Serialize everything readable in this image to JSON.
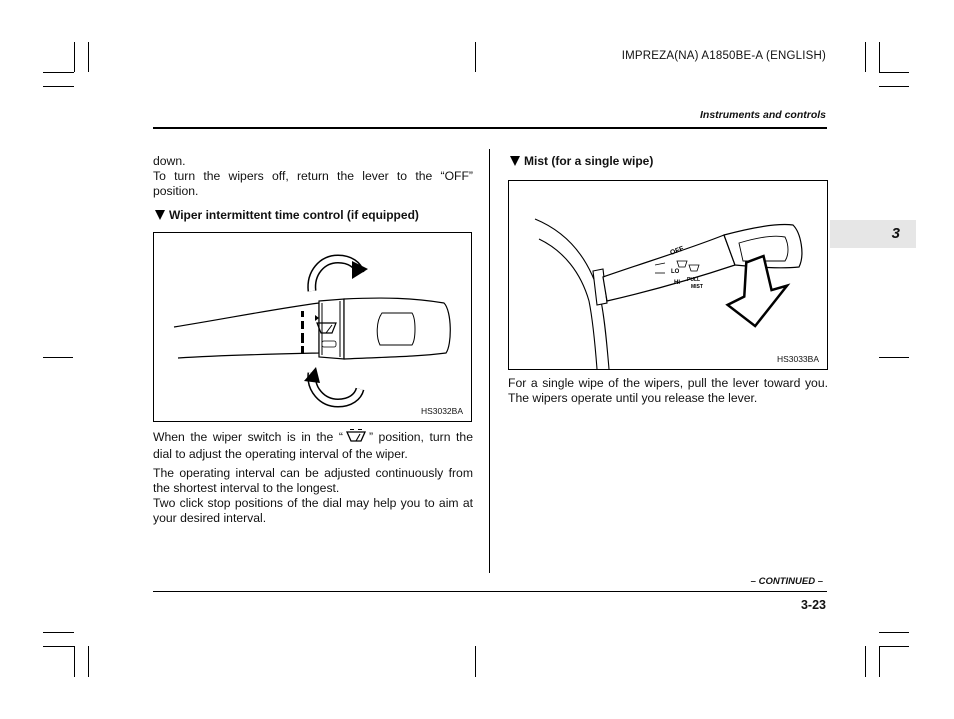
{
  "header": {
    "doc_code": "IMPREZA(NA) A1850BE-A (ENGLISH)",
    "section_title": "Instruments and controls"
  },
  "chapter_tab": {
    "number": "3"
  },
  "left_column": {
    "intro_lines": [
      "down.",
      "To turn the wipers off, return the lever to the “OFF” position."
    ],
    "subsection_heading": "Wiper intermittent time control (if equipped)",
    "figure_label": "HS3032BA",
    "para1_before_icon": "When the wiper switch is in the “",
    "para1_after_icon": "” position, turn the dial to adjust the operating interval of the wiper.",
    "para2_line1": "The operating interval can be adjusted continuously from the shortest interval to the longest.",
    "para2_line2": "Two click stop positions of the dial may help you to aim at your desired interval."
  },
  "right_column": {
    "subsection_heading": "Mist (for a single wipe)",
    "figure_label": "HS3033BA",
    "lever_labels": {
      "off": "OFF",
      "lo": "LO",
      "hi": "HI",
      "pull": "PULL",
      "mist": "MIST"
    },
    "para": "For a single wipe of the wipers, pull the lever toward you. The wipers operate until you release the lever."
  },
  "footer": {
    "continued": "– CONTINUED –",
    "page_number": "3-23"
  }
}
